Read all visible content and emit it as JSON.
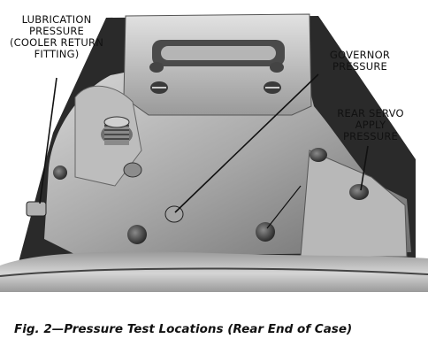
{
  "labels": {
    "lubrication": [
      "LUBRICATION",
      "PRESSURE",
      "(COOLER RETURN",
      "FITTING)"
    ],
    "governor": [
      "GOVERNOR",
      "PRESSURE"
    ],
    "rear_servo": [
      "REAR SERVO",
      "APPLY",
      "PRESSURE"
    ]
  },
  "caption": "Fig. 2—Pressure Test Locations (Rear End of Case)",
  "colors": {
    "ink": "#111111",
    "casting_light": "#c9c9c9",
    "casting_mid": "#8f8f8f",
    "casting_dark": "#3a3a3a"
  }
}
